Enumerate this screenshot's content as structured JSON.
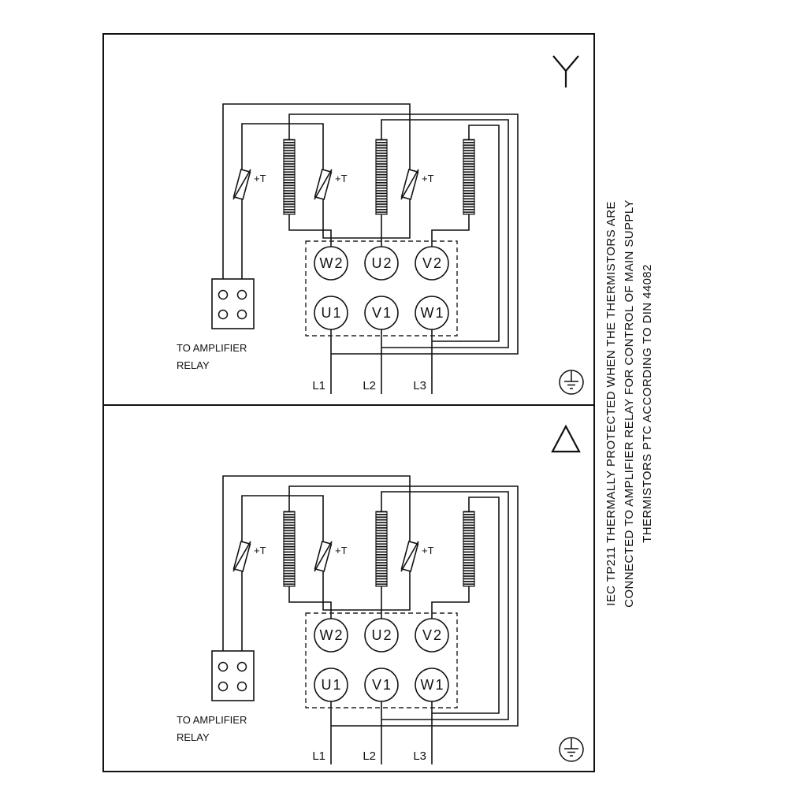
{
  "colors": {
    "line": "#111111",
    "background": "#ffffff"
  },
  "figure": {
    "panels": [
      {
        "name": "star-connection",
        "symbol": "star",
        "terminals_top": [
          "W2",
          "U2",
          "V2"
        ],
        "terminals_bottom": [
          "U1",
          "V1",
          "W1"
        ],
        "supply": [
          "L1",
          "L2",
          "L3"
        ],
        "thermistor_label": "+T",
        "caption": [
          "TO AMPLIFIER",
          "RELAY"
        ]
      },
      {
        "name": "delta-connection",
        "symbol": "delta",
        "terminals_top": [
          "W2",
          "U2",
          "V2"
        ],
        "terminals_bottom": [
          "U1",
          "V1",
          "W1"
        ],
        "supply": [
          "L1",
          "L2",
          "L3"
        ],
        "thermistor_label": "+T",
        "caption": [
          "TO AMPLIFIER",
          "RELAY"
        ]
      }
    ],
    "note_lines": [
      "IEC TP211 THERMALLY PROTECTED WHEN THE THERMISTORS ARE",
      "CONNECTED TO AMPLIFIER RELAY FOR CONTROL OF MAIN SUPPLY",
      "THERMISTORS PTC ACCORDING TO DIN 44082"
    ]
  }
}
